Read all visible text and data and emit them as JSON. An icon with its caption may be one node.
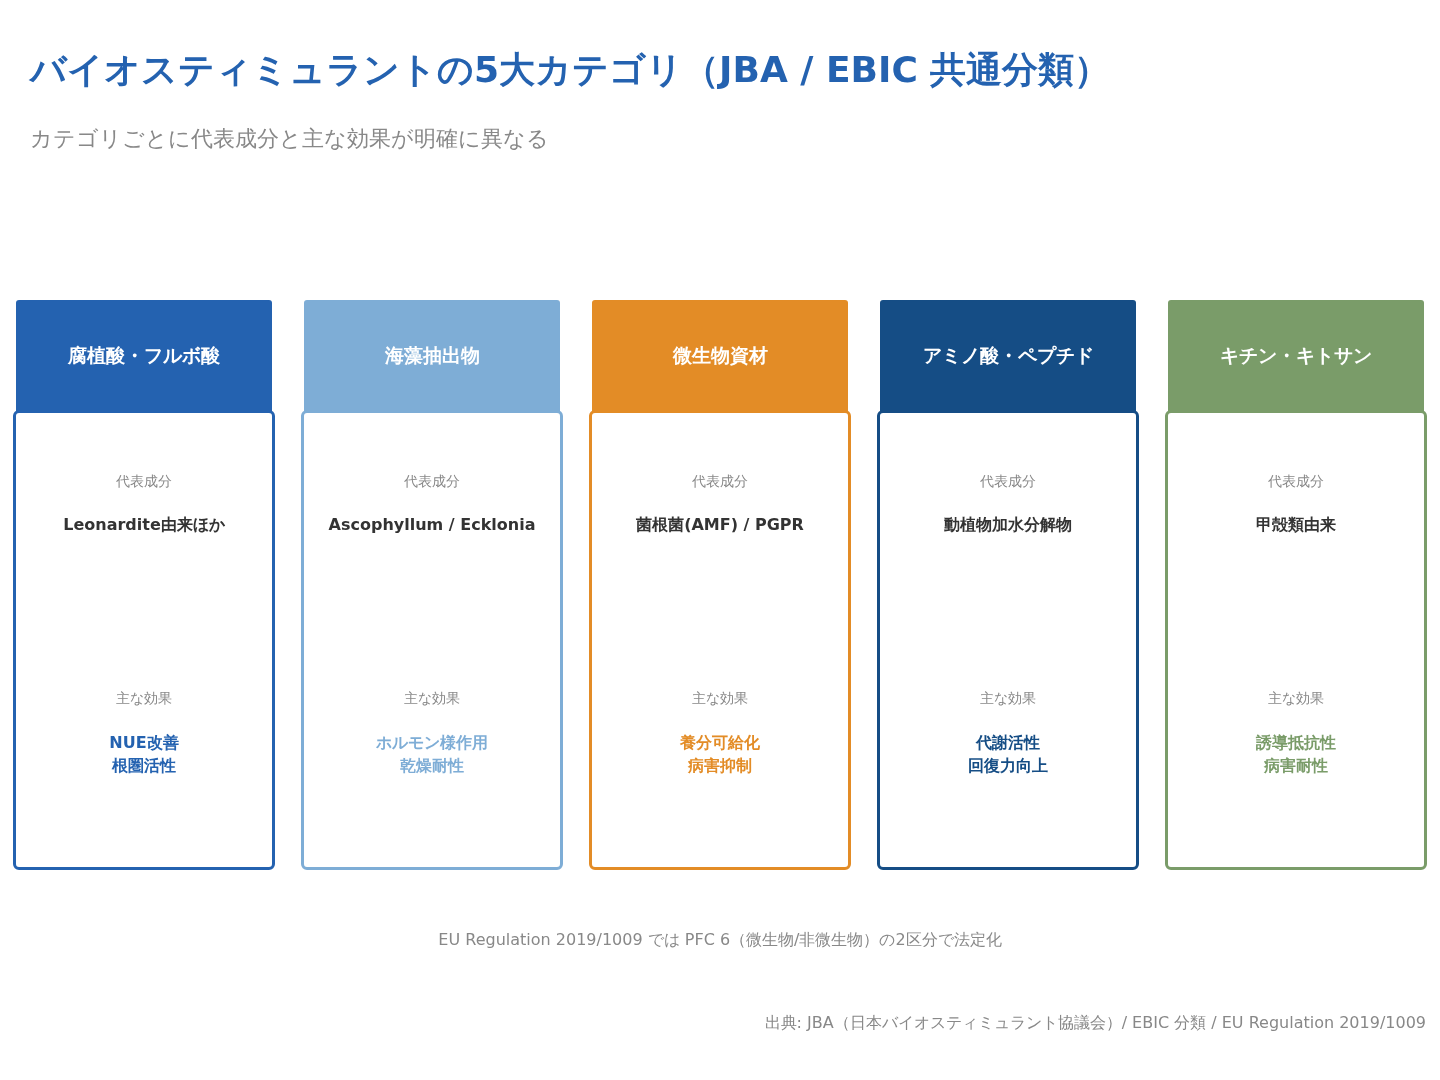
{
  "diagram": {
    "title": "バイオスティミュラントの5大カテゴリ（JBA / EBIC 共通分類）",
    "nodes": [
      {
        "text": [
          "腐植酸・フルボ酸"
        ]
      },
      {
        "text": [
          "代表成分",
          "Leonardite由来ほか",
          "主な効果",
          "NUE改善",
          "根圏活性"
        ]
      },
      {
        "text": [
          "海藻抽出物"
        ]
      },
      {
        "text": [
          "代表成分",
          "Ascophyllum / Ecklonia",
          "主な効果",
          "ホルモン様作用",
          "乾燥耐性"
        ]
      },
      {
        "text": [
          "微生物資材"
        ]
      },
      {
        "text": [
          "代表成分",
          "菌根菌(AMF) / PGPR",
          "主な効果",
          "養分可給化",
          "病害抑制"
        ]
      },
      {
        "text": [
          "アミノ酸・ペプチド"
        ]
      },
      {
        "text": [
          "代表成分",
          "動植物加水分解物",
          "主な効果",
          "代謝活性",
          "回復力向上"
        ]
      },
      {
        "text": [
          "キチン・キトサン"
        ]
      },
      {
        "text": [
          "代表成分",
          "甲殻類由来",
          "主な効果",
          "誘導抵抗性",
          "病害耐性"
        ]
      }
    ],
    "edges": [],
    "labels": [
      "カテゴリごとに代表成分と主な効果が明確に異なる",
      "EU Regulation 2019/1009 では PFC 6（微生物/非微生物）の2区分で法定化",
      "出典: JBA（日本バイオスティミュラント協議会）/ EBIC 分類 / EU Regulation 2019/1009"
    ]
  }
}
